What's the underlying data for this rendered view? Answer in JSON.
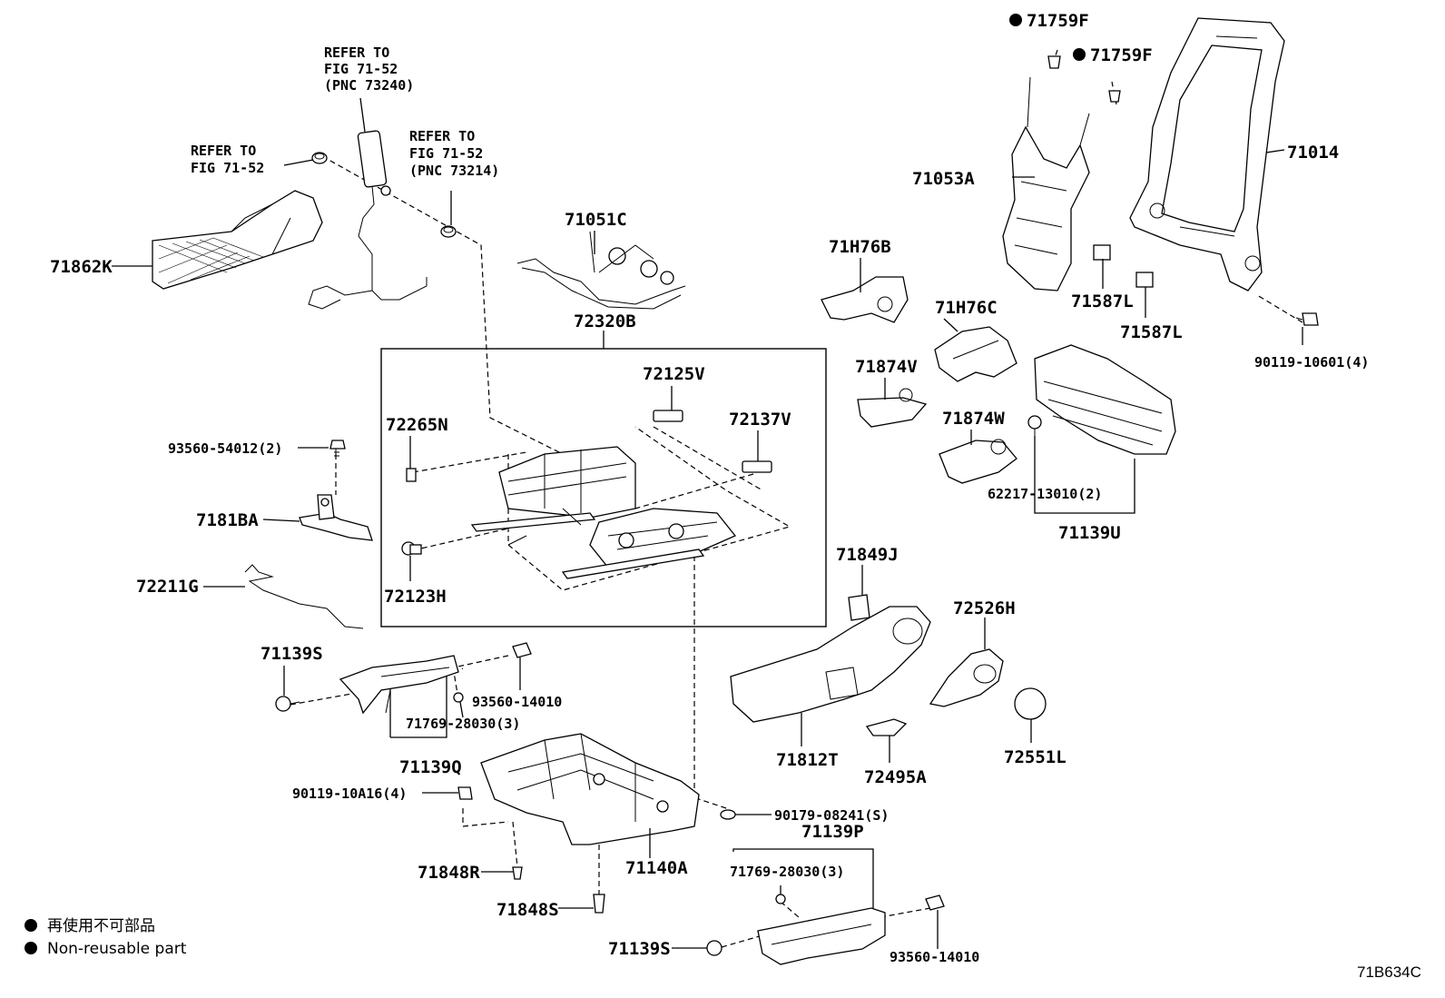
{
  "refs": {
    "ref_73240": [
      "REFER TO",
      "FIG 71-52",
      "(PNC 73240)"
    ],
    "ref_left": [
      "REFER TO",
      "FIG 71-52"
    ],
    "ref_73214": [
      "REFER TO",
      "FIG 71-52",
      "(PNC 73214)"
    ]
  },
  "parts": {
    "p71759F_a": "71759F",
    "p71759F_b": "71759F",
    "p71014": "71014",
    "p71053A": "71053A",
    "p71862K": "71862K",
    "p71051C": "71051C",
    "p71H76B": "71H76B",
    "p71587L_a": "71587L",
    "p71587L_b": "71587L",
    "p72320B": "72320B",
    "p71H76C": "71H76C",
    "p90119_10601": "90119-10601(4)",
    "p72125V": "72125V",
    "p71874V": "71874V",
    "p72265N": "72265N",
    "p72137V": "72137V",
    "p71874W": "71874W",
    "p93560_54012": "93560-54012(2)",
    "p62217": "62217-13010(2)",
    "p71139U": "71139U",
    "p7181BA": "7181BA",
    "p71849J": "71849J",
    "p72211G": "72211G",
    "p72123H": "72123H",
    "p72526H": "72526H",
    "p71139S_a": "71139S",
    "p93560_14010_a": "93560-14010",
    "p71769_a": "71769-28030(3)",
    "p71812T": "71812T",
    "p72495A": "72495A",
    "p72551L": "72551L",
    "p71139Q": "71139Q",
    "p90119_10A16": "90119-10A16(4)",
    "p90179": "90179-08241(S)",
    "p71139P": "71139P",
    "p71848R": "71848R",
    "p71140A": "71140A",
    "p71769_b": "71769-28030(3)",
    "p71848S": "71848S",
    "p71139S_b": "71139S",
    "p93560_14010_b": "93560-14010"
  },
  "legend": {
    "line1": "再使用不可部品",
    "line2": "Non-reusable part"
  },
  "figure_id": "71B634C"
}
